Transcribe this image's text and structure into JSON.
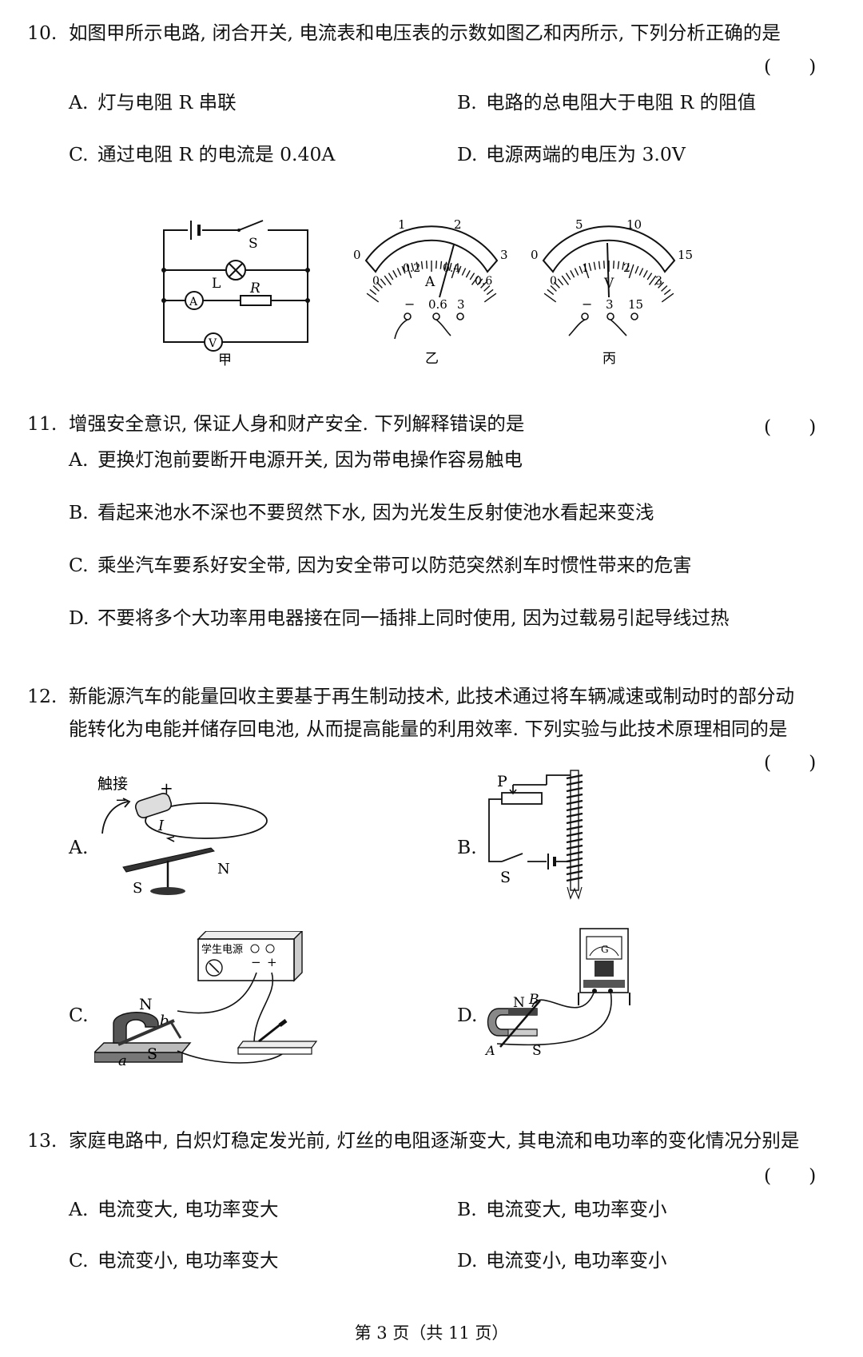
{
  "q10": {
    "num": "10.",
    "stem": "如图甲所示电路, 闭合开关, 电流表和电压表的示数如图乙和丙所示, 下列分析正确的是",
    "paren": "(　　)",
    "options": [
      {
        "letter": "A.",
        "text": "灯与电阻 R 串联"
      },
      {
        "letter": "B.",
        "text": "电路的总电阻大于电阻 R 的阻值"
      },
      {
        "letter": "C.",
        "text": "通过电阻 R 的电流是 0.40A"
      },
      {
        "letter": "D.",
        "text": "电源两端的电压为 3.0V"
      }
    ],
    "fig_jia": {
      "switch": "S",
      "lamp": "L",
      "resistor": "R",
      "ammeter": "A",
      "voltmeter": "V",
      "caption": "甲"
    },
    "fig_yi": {
      "top_labels": [
        "0",
        "1",
        "2",
        "3"
      ],
      "bottom_labels": [
        "0",
        "0.2",
        "0.4",
        "0.6"
      ],
      "meter": "A",
      "terminals": [
        "−",
        "0.6",
        "3"
      ],
      "caption": "乙"
    },
    "fig_bing": {
      "top_labels": [
        "0",
        "5",
        "10",
        "15"
      ],
      "bottom_labels": [
        "0",
        "1",
        "2",
        "3"
      ],
      "meter": "V",
      "terminals": [
        "−",
        "3",
        "15"
      ],
      "caption": "丙"
    }
  },
  "q11": {
    "num": "11.",
    "stem": "增强安全意识, 保证人身和财产安全. 下列解释错误的是",
    "paren": "(　　)",
    "options": [
      {
        "letter": "A.",
        "text": "更换灯泡前要断开电源开关, 因为带电操作容易触电"
      },
      {
        "letter": "B.",
        "text": "看起来池水不深也不要贸然下水, 因为光发生反射使池水看起来变浅"
      },
      {
        "letter": "C.",
        "text": "乘坐汽车要系好安全带, 因为安全带可以防范突然刹车时惯性带来的危害"
      },
      {
        "letter": "D.",
        "text": "不要将多个大功率用电器接在同一插排上同时使用, 因为过载易引起导线过热"
      }
    ]
  },
  "q12": {
    "num": "12.",
    "stem_line1": "新能源汽车的能量回收主要基于再生制动技术, 此技术通过将车辆减速或制动时的部分动",
    "stem_line2": "能转化为电能并储存回电池, 从而提高能量的利用效率. 下列实验与此技术原理相同的是",
    "paren": "(　　)",
    "options": [
      {
        "letter": "A.",
        "labels": [
          "触接",
          "+",
          "−",
          "I",
          "S",
          "N"
        ]
      },
      {
        "letter": "B.",
        "labels": [
          "P",
          "S"
        ]
      },
      {
        "letter": "C.",
        "labels": [
          "学生电源",
          "N",
          "b",
          "a",
          "S",
          "−",
          "+"
        ]
      },
      {
        "letter": "D.",
        "labels": [
          "N",
          "B",
          "A",
          "S",
          "G"
        ]
      }
    ]
  },
  "q13": {
    "num": "13.",
    "stem": "家庭电路中, 白炽灯稳定发光前, 灯丝的电阻逐渐变大, 其电流和电功率的变化情况分别是",
    "paren": "(　　)",
    "options": [
      {
        "letter": "A.",
        "text": "电流变大, 电功率变大"
      },
      {
        "letter": "B.",
        "text": "电流变大, 电功率变小"
      },
      {
        "letter": "C.",
        "text": "电流变小, 电功率变大"
      },
      {
        "letter": "D.",
        "text": "电流变小, 电功率变小"
      }
    ]
  },
  "footer": "第 3 页（共 11 页）"
}
